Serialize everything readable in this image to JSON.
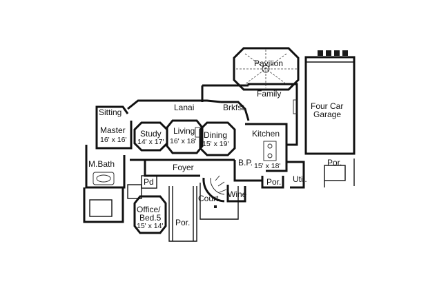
{
  "rooms": {
    "pavilion": {
      "label": "Pavilion"
    },
    "family": {
      "label": "Family"
    },
    "four_car_garage": {
      "label_line1": "Four Car",
      "label_line2": "Garage"
    },
    "lanai": {
      "label": "Lanai"
    },
    "brkfst": {
      "label": "Brkfst."
    },
    "sitting": {
      "label": "Sitting"
    },
    "master": {
      "label": "Master",
      "dims": "16' x 16'"
    },
    "study": {
      "label": "Study",
      "dims": "14' x 17'"
    },
    "living": {
      "label": "Living",
      "dims": "16' x 18'"
    },
    "dining": {
      "label": "Dining",
      "dims": "15' x 19'"
    },
    "kitchen": {
      "label": "Kitchen",
      "dims": "15' x 18'"
    },
    "m_bath": {
      "label": "M.Bath"
    },
    "foyer": {
      "label": "Foyer"
    },
    "bp": {
      "label": "B.P."
    },
    "por_side": {
      "label": "Por."
    },
    "por_garage": {
      "label": "Por."
    },
    "util": {
      "label": "Util."
    },
    "pd": {
      "label": "Pd"
    },
    "court": {
      "label": "Court"
    },
    "wine": {
      "label": "Wine"
    },
    "office_bed5": {
      "label_line1": "Office/",
      "label_line2": "Bed.5",
      "dims": "15' x 14'"
    },
    "por_front": {
      "label": "Por."
    }
  },
  "colors": {
    "ink": "#111111",
    "paper": "#ffffff"
  }
}
